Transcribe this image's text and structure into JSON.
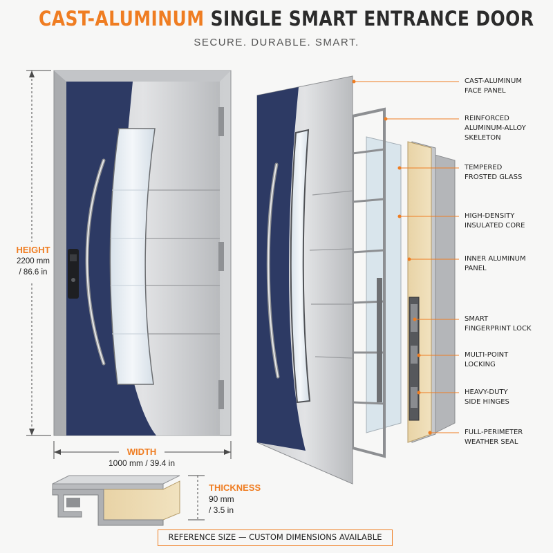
{
  "title": {
    "accent": "CAST-ALUMINUM",
    "rest": "SINGLE SMART ENTRANCE DOOR"
  },
  "subtitle": "SECURE. DURABLE. SMART.",
  "dimensions": {
    "height": {
      "label": "HEIGHT",
      "metric": "2200 mm",
      "imperial": "/ 86.6 in"
    },
    "width": {
      "label": "WIDTH",
      "value": "1000 mm / 39.4 in"
    },
    "thickness": {
      "label": "THICKNESS",
      "metric": "90 mm",
      "imperial": "/ 3.5 in"
    }
  },
  "callouts": [
    {
      "line1": "CAST-ALUMINUM",
      "line2": "FACE PANEL"
    },
    {
      "line1": "REINFORCED",
      "line2": "ALUMINUM-ALLOY",
      "line3": "SKELETON"
    },
    {
      "line1": "TEMPERED",
      "line2": "FROSTED GLASS"
    },
    {
      "line1": "HIGH-DENSITY",
      "line2": "INSULATED CORE"
    },
    {
      "line1": "INNER ALUMINUM",
      "line2": "PANEL"
    },
    {
      "line1": "SMART",
      "line2": "FINGERPRINT LOCK"
    },
    {
      "line1": "MULTI-POINT",
      "line2": "LOCKING"
    },
    {
      "line1": "HEAVY-DUTY",
      "line2": "SIDE HINGES"
    },
    {
      "line1": "FULL-PERIMETER",
      "line2": "WEATHER SEAL"
    }
  ],
  "footer": "REFERENCE SIZE — CUSTOM DIMENSIONS AVAILABLE",
  "colors": {
    "accent": "#ef7d22",
    "navy": "#2d3a64",
    "aluminum": "#b7b9bc"
  }
}
